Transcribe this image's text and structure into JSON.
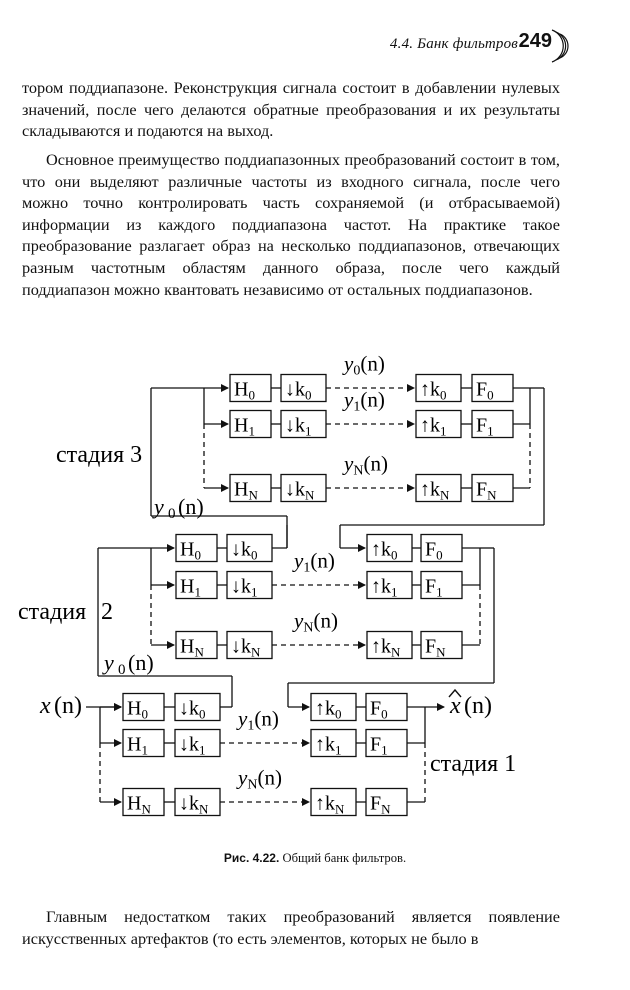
{
  "header": {
    "running_head": "4.4. Банк фильтров",
    "page_number": "249"
  },
  "body": {
    "p1": "тором поддиапазоне. Реконструкция сигнала состоит в добавлении нулевых значений, после чего делаются обратные преобразования и их результаты складываются и подаются на выход.",
    "p2": "Основное преимущество поддиапазонных преобразований состоит в том, что они выделяют различные частоты из входного сигнала, после чего можно точно контролировать часть сохраняемой (и отбрасываемой) информации из каждого поддиапазона частот. На практике такое преобразование разлагает образ на несколько поддиапазонов, отвечающих разным частотным областям данного образа, после чего каждый поддиапазон можно квантовать независимо от остальных поддиапазонов.",
    "p3": "Главным недостатком таких преобразований является появление искусственных артефактов (то есть элементов, которых не было в"
  },
  "figure": {
    "caption_label": "Рис. 4.22.",
    "caption_text": "Общий банк фильтров.",
    "labels": {
      "stage3": "стадия 3",
      "stage2_word": "стадия",
      "stage2_num": "2",
      "stage1": "стадия 1",
      "input_x": "x",
      "output_x": "x",
      "arg_n": "(n)"
    },
    "stages": [
      {
        "id": "stage3",
        "rows": [
          {
            "analysis": "H",
            "down": "↓k",
            "up": "↑k",
            "synthesis": "F",
            "index": "0",
            "signal": "y",
            "signal_index": "0"
          },
          {
            "analysis": "H",
            "down": "↓k",
            "up": "↑k",
            "synthesis": "F",
            "index": "1",
            "signal": "y",
            "signal_index": "1"
          },
          {
            "analysis": "H",
            "down": "↓k",
            "up": "↑k",
            "synthesis": "F",
            "index": "N",
            "signal": "y",
            "signal_index": "N"
          }
        ],
        "feed_label": {
          "signal": "y",
          "index": "0"
        }
      },
      {
        "id": "stage2",
        "rows": [
          {
            "analysis": "H",
            "down": "↓k",
            "up": "↑k",
            "synthesis": "F",
            "index": "0"
          },
          {
            "analysis": "H",
            "down": "↓k",
            "up": "↑k",
            "synthesis": "F",
            "index": "1",
            "signal": "y",
            "signal_index": "1"
          },
          {
            "analysis": "H",
            "down": "↓k",
            "up": "↑k",
            "synthesis": "F",
            "index": "N",
            "signal": "y",
            "signal_index": "N"
          }
        ],
        "feed_label": {
          "signal": "y",
          "index": "0"
        }
      },
      {
        "id": "stage1",
        "rows": [
          {
            "analysis": "H",
            "down": "↓k",
            "up": "↑k",
            "synthesis": "F",
            "index": "0"
          },
          {
            "analysis": "H",
            "down": "↓k",
            "up": "↑k",
            "synthesis": "F",
            "index": "1",
            "signal": "y",
            "signal_index": "1"
          },
          {
            "analysis": "H",
            "down": "↓k",
            "up": "↑k",
            "synthesis": "F",
            "index": "N",
            "signal": "y",
            "signal_index": "N"
          }
        ]
      }
    ]
  }
}
